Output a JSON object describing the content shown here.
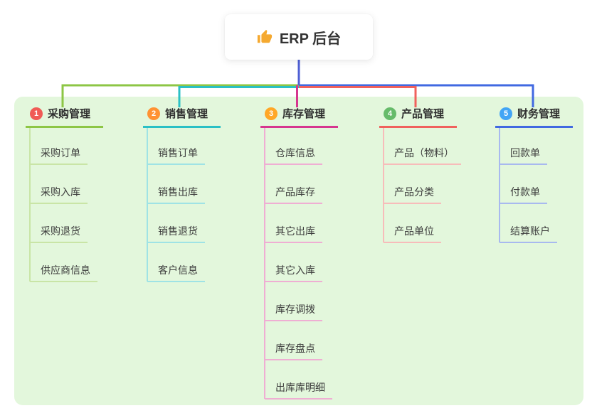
{
  "root": {
    "label": "ERP 后台",
    "icon": "thumbs-up"
  },
  "branches": [
    {
      "badge": "1",
      "label": "采购管理",
      "color": "#8dc645",
      "light_color": "#c9e5a6",
      "badge_color": "#f05b56",
      "children": [
        "采购订单",
        "采购入库",
        "采购退货",
        "供应商信息"
      ]
    },
    {
      "badge": "2",
      "label": "销售管理",
      "color": "#2bc0c5",
      "light_color": "#9fe3e5",
      "badge_color": "#ff9233",
      "children": [
        "销售订单",
        "销售出库",
        "销售退货",
        "客户信息"
      ]
    },
    {
      "badge": "3",
      "label": "库存管理",
      "color": "#d6368f",
      "light_color": "#efaed3",
      "badge_color": "#ffa726",
      "children": [
        "仓库信息",
        "产品库存",
        "其它出库",
        "其它入库",
        "库存调拨",
        "库存盘点",
        "出库库明细"
      ]
    },
    {
      "badge": "4",
      "label": "产品管理",
      "color": "#f0615d",
      "light_color": "#f7bcba",
      "badge_color": "#66bb6a",
      "children": [
        "产品（物料）",
        "产品分类",
        "产品单位"
      ]
    },
    {
      "badge": "5",
      "label": "财务管理",
      "color": "#4169e1",
      "light_color": "#a8b9ef",
      "badge_color": "#42a5f5",
      "children": [
        "回款单",
        "付款单",
        "结算账户"
      ]
    }
  ],
  "colors": {
    "panel_background": "#e3f7dc",
    "root_line": "#4e5fd4",
    "thumb_icon": "#f5a930",
    "text": "#333333"
  }
}
